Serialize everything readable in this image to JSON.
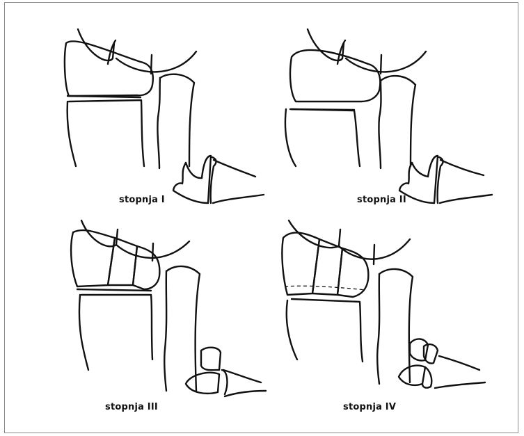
{
  "figure": {
    "panels": [
      {
        "caption": "stopnja I"
      },
      {
        "caption": "stopnja II"
      },
      {
        "caption": "stopnja III"
      },
      {
        "caption": "stopnja IV"
      }
    ]
  }
}
